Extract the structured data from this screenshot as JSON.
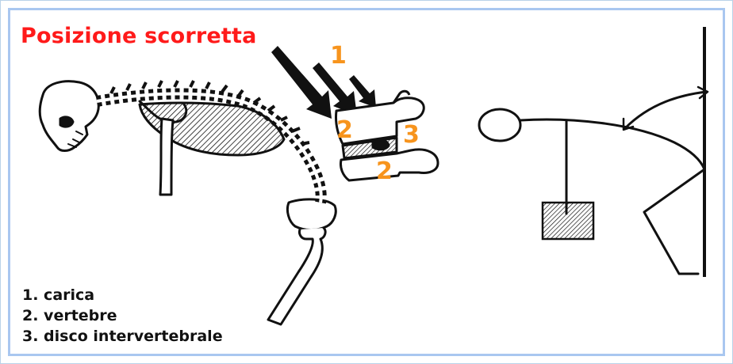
{
  "title": "Posizione scorretta",
  "labels": {
    "load": "1",
    "vertebra_top": "2",
    "vertebra_bottom": "2",
    "disc": "3"
  },
  "legend": [
    "1. carica",
    "2. vertebre",
    "3. disco intervertebrale"
  ],
  "colors": {
    "title": "#ff1a1a",
    "numbers": "#f7941d",
    "border": "#a9c7f0",
    "ink": "#111111"
  }
}
